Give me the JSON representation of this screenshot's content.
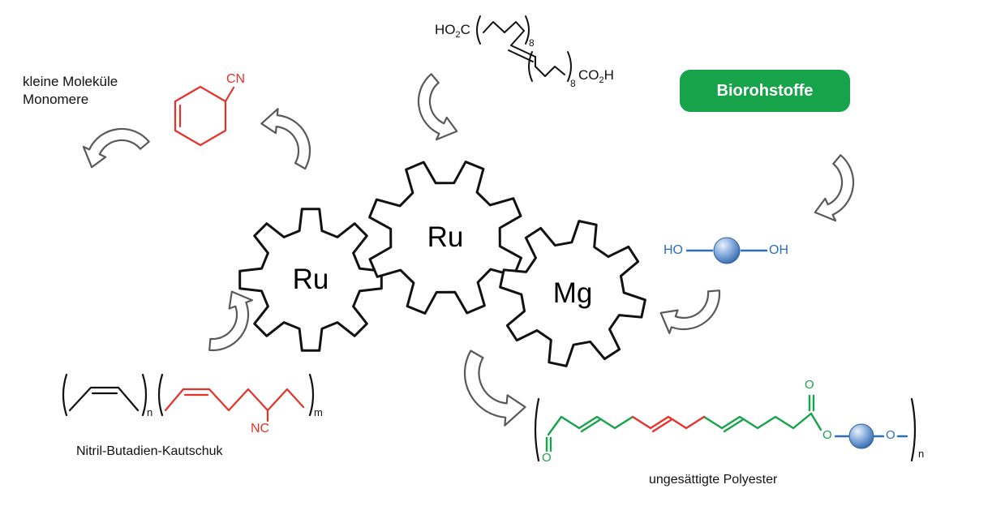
{
  "labels": {
    "small_molecules_line1": "kleine Moleküle",
    "small_molecules_line2": "Monomere",
    "biorohstoffe": "Biorohstoffe",
    "nbr_caption": "Nitril-Butadien-Kautschuk",
    "polyester_caption": "ungesättigte Polyester"
  },
  "gears": {
    "left": "Ru",
    "middle": "Ru",
    "right": "Mg"
  },
  "molecules": {
    "diacid": {
      "left_group": "HO",
      "left_group_sub": "2",
      "left_group_end": "C",
      "repeat_left_sub": "8",
      "repeat_right_sub": "8",
      "right_group": "CO",
      "right_group_sub": "2",
      "right_group_end": "H"
    },
    "cyclohexene_nitrile": {
      "group": "CN"
    },
    "diol": {
      "left_group": "HO",
      "right_group": "OH"
    },
    "nbr": {
      "repeat_n": "n",
      "repeat_m": "m",
      "nitrile": "NC"
    },
    "polyester": {
      "carbonyl_left_o": "O",
      "carbonyl_right_o": "O",
      "ester_o": "O",
      "chain_o": "O",
      "repeat_n": "n"
    }
  },
  "colors": {
    "green": "#16a34a",
    "red": "#e63229",
    "blue": "#2e6fba",
    "arrow_outline": "#58595b",
    "line_black": "#111111"
  }
}
